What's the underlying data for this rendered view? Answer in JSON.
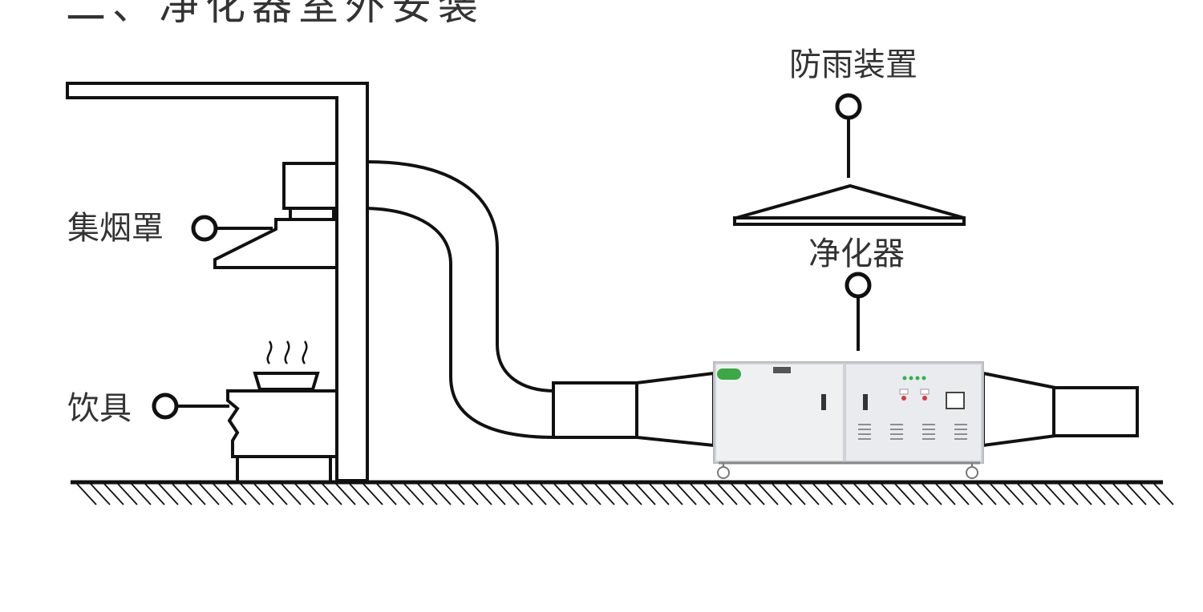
{
  "title": "二、净化器室外安装",
  "labels": {
    "rain_cover": "防雨装置",
    "purifier": "净化器",
    "hood": "集烟罩",
    "stove": "饮具"
  },
  "colors": {
    "line": "#111111",
    "text": "#333333",
    "unit_body": "#f2f3f5",
    "unit_panel": "#e6e8eb",
    "logo_green": "#3aa845",
    "indicator_green": "#2fb34a",
    "indicator_red": "#d93a3a"
  },
  "icons": [
    "rain-cover-icon",
    "purifier-unit-icon",
    "range-hood-icon",
    "stove-icon",
    "duct-icon",
    "ground-icon"
  ]
}
